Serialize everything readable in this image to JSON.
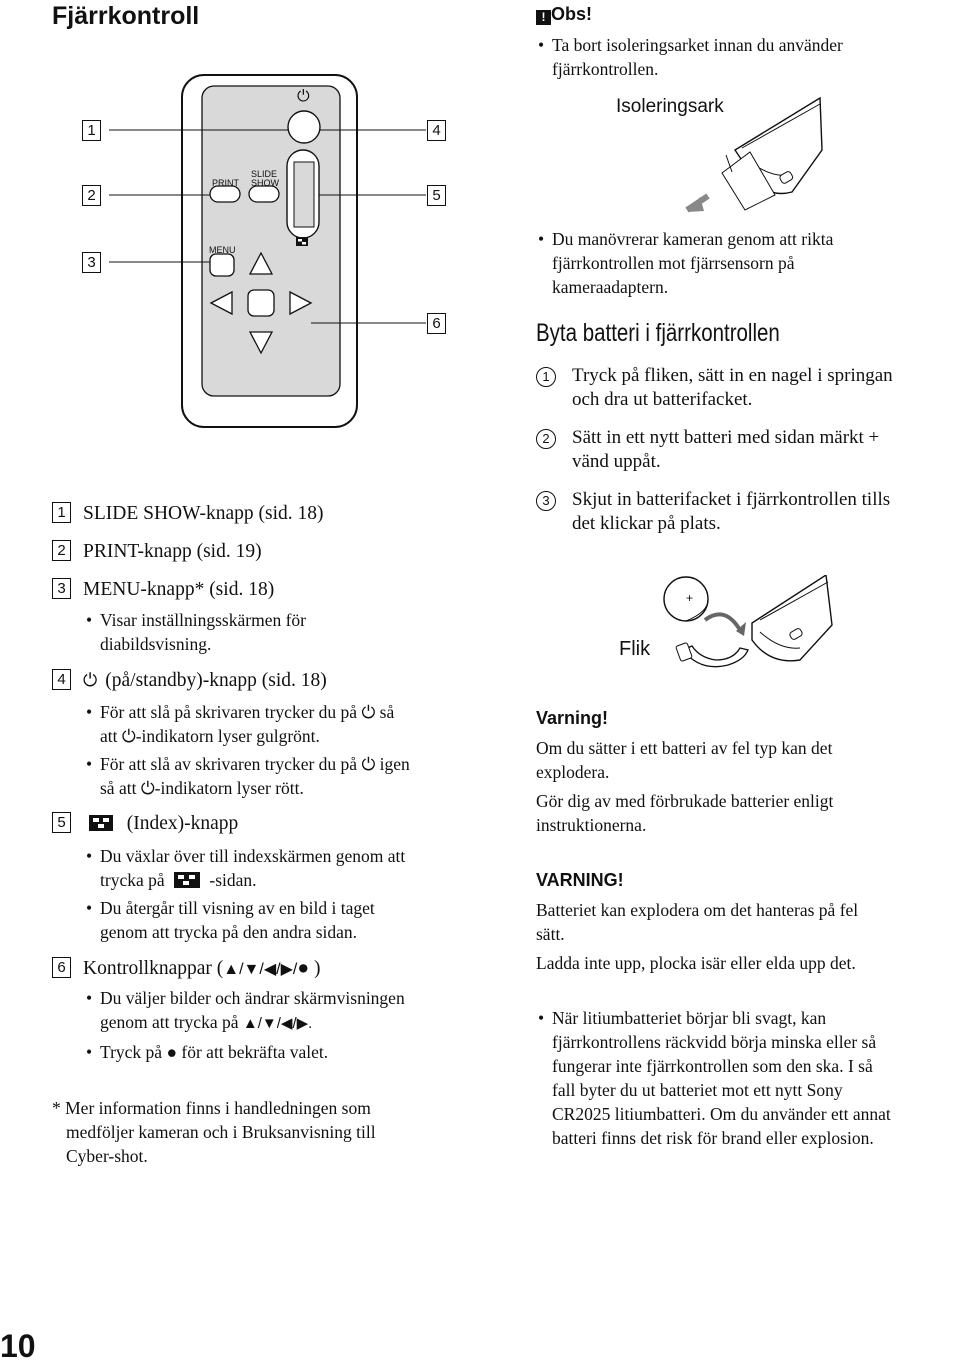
{
  "page": {
    "title": "Fjärrkontroll",
    "page_number": "10"
  },
  "remote": {
    "power_symbol": "⏻",
    "print_label": "PRINT",
    "slide_label_1": "SLIDE",
    "slide_label_2": "SHOW",
    "menu_label": "MENU",
    "callouts": [
      "1",
      "2",
      "3",
      "4",
      "5",
      "6"
    ]
  },
  "items": {
    "i1": {
      "num": "1",
      "text": "SLIDE SHOW-knapp (sid. 18)"
    },
    "i2": {
      "num": "2",
      "text": "PRINT-knapp (sid. 19)"
    },
    "i3": {
      "num": "3",
      "text": "MENU-knapp* (sid. 18)",
      "b1_l1": "Visar inställningsskärmen för",
      "b1_l2": "diabildsvisning."
    },
    "i4": {
      "num": "4",
      "text": "(på/standby)-knapp (sid. 18)",
      "b1_l1a": "För att slå på skrivaren trycker du på",
      "b1_l1b": "så",
      "b1_l2a": "att",
      "b1_l2b": "-indikatorn lyser gulgrönt.",
      "b2_l1a": "För att slå av skrivaren trycker du på",
      "b2_l1b": "igen",
      "b2_l2a": "så att",
      "b2_l2b": "-indikatorn lyser rött."
    },
    "i5": {
      "num": "5",
      "text": "(Index)-knapp",
      "b1_l1": "Du växlar över till indexskärmen genom att",
      "b1_l2a": "trycka på",
      "b1_l2b": "-sidan.",
      "b2_l1": "Du återgår till visning av en bild i taget",
      "b2_l2": "genom att trycka på den andra sidan."
    },
    "i6": {
      "num": "6",
      "text_a": "Kontrollknappar (",
      "arrows": "▲/▼/◀/▶/",
      "text_b": ")",
      "b1_l1": "Du väljer bilder och ändrar skärmvisningen",
      "b1_l2a": "genom att trycka på",
      "b1_l2b": "▲/▼/◀/▶.",
      "b2_a": "Tryck på",
      "b2_b": "för att bekräfta valet."
    }
  },
  "footnote": {
    "l1": "* Mer information finns i handledningen som",
    "l2": "medföljer kameran och i Bruksanvisning till",
    "l3": "Cyber-shot."
  },
  "obs": {
    "heading": "Obs!",
    "b1_l1": "Ta bort isoleringsarket innan du använder",
    "b1_l2": "fjärrkontrollen.",
    "sheet_label": "Isoleringsark",
    "b2_l1": "Du manövrerar kameran genom att rikta",
    "b2_l2": "fjärrkontrollen mot fjärrsensorn på",
    "b2_l3": "kameraadaptern."
  },
  "battery": {
    "heading": "Byta batteri i fjärrkontrollen",
    "s1": {
      "num": "1",
      "l1": "Tryck på fliken, sätt in en nagel i springan",
      "l2": "och dra ut batterifacket."
    },
    "s2": {
      "num": "2",
      "l1": "Sätt in ett nytt batteri med sidan märkt +",
      "l2": "vänd uppåt."
    },
    "s3": {
      "num": "3",
      "l1": "Skjut in batterifacket i fjärrkontrollen tills",
      "l2": "det klickar på plats."
    },
    "flik_label": "Flik",
    "plus": "+"
  },
  "warning": {
    "head1": "Varning!",
    "p1_l1": "Om du sätter i ett batteri av fel typ kan det",
    "p1_l2": "explodera.",
    "p2_l1": "Gör dig av med förbrukade batterier enligt",
    "p2_l2": "instruktionerna.",
    "head2": "VARNING!",
    "p3_l1": "Batteriet kan explodera om det hanteras på fel",
    "p3_l2": "sätt.",
    "p4": "Ladda inte upp, plocka isär eller elda upp det.",
    "b_l1": "När litiumbatteriet börjar bli svagt, kan",
    "b_l2": "fjärrkontrollens räckvidd börja minska eller så",
    "b_l3": "fungerar inte fjärrkontrollen som den ska. I så",
    "b_l4": "fall byter du ut batteriet mot ett nytt Sony",
    "b_l5": "CR2025 litiumbatteri. Om du använder ett annat",
    "b_l6": "batteri finns det risk för brand eller explosion."
  }
}
